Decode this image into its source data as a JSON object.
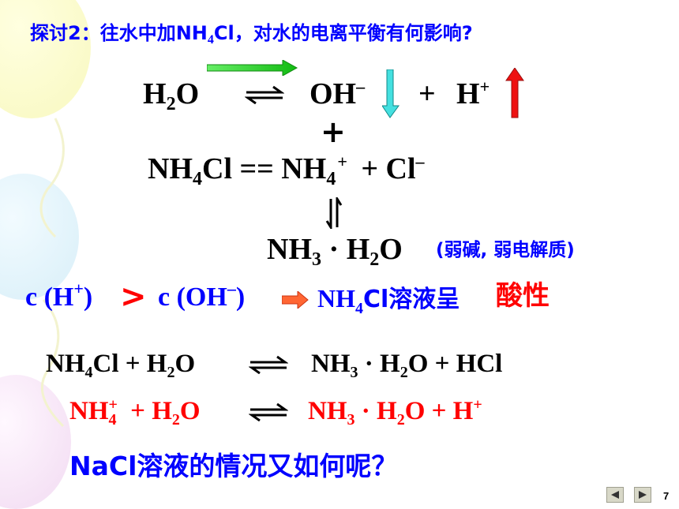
{
  "title": {
    "prefix": "探讨2：往水中加NH",
    "sub": "4",
    "suffix": "Cl，对水的电离平衡有何影响?"
  },
  "eq1": {
    "h": "H",
    "h_sub": "2",
    "o": "O",
    "oh": "OH",
    "oh_sup": "–",
    "plus": "+",
    "hplus": "H",
    "hplus_sup": "+"
  },
  "plus_sign": "+",
  "eq2": {
    "nh": "NH",
    "nh_sub": "4",
    "cl": "Cl == NH",
    "nh4_sub": "4",
    "nh4_sup": "+",
    "rest": "+ Cl",
    "cl_sup": "–"
  },
  "eq3": {
    "nh": "NH",
    "nh_sub": "3",
    "dot": "·",
    "h": "H",
    "h_sub": "2",
    "o": "O",
    "note": "(弱碱, 弱电解质)"
  },
  "compare": {
    "left": "c (H",
    "left_sup": "+",
    "left_close": ")",
    "gt": ">",
    "right": "c (OH",
    "right_sup": "–",
    "right_close": ")",
    "result_nh": "NH",
    "result_sub": "4",
    "result_text": "Cl溶液呈",
    "result_red": "酸性"
  },
  "eq4": {
    "a": "NH",
    "a_sub": "4",
    "b": "Cl + H",
    "b_sub": "2",
    "c": "O",
    "d": "NH",
    "d_sub": "3",
    "dot": "·",
    "e": "H",
    "e_sub": "2",
    "f": "O + HCl"
  },
  "eq5": {
    "a": "NH",
    "a_sub": "4",
    "a_sup": "+",
    "b": "+ H",
    "b_sub": "2",
    "c": "O",
    "d": "NH",
    "d_sub": "3",
    "dot": "·",
    "e": "H",
    "e_sub": "2",
    "f": "O + H",
    "f_sup": "+"
  },
  "question": "NaCl溶液的情况又如何呢？",
  "page_number": "7",
  "colors": {
    "title": "#0000ff",
    "highlight": "#ff0000",
    "arrow_green": "#22cc22",
    "arrow_cyan": "#33dddd",
    "arrow_red": "#ee1111",
    "arrow_orange": "#ff6633"
  }
}
